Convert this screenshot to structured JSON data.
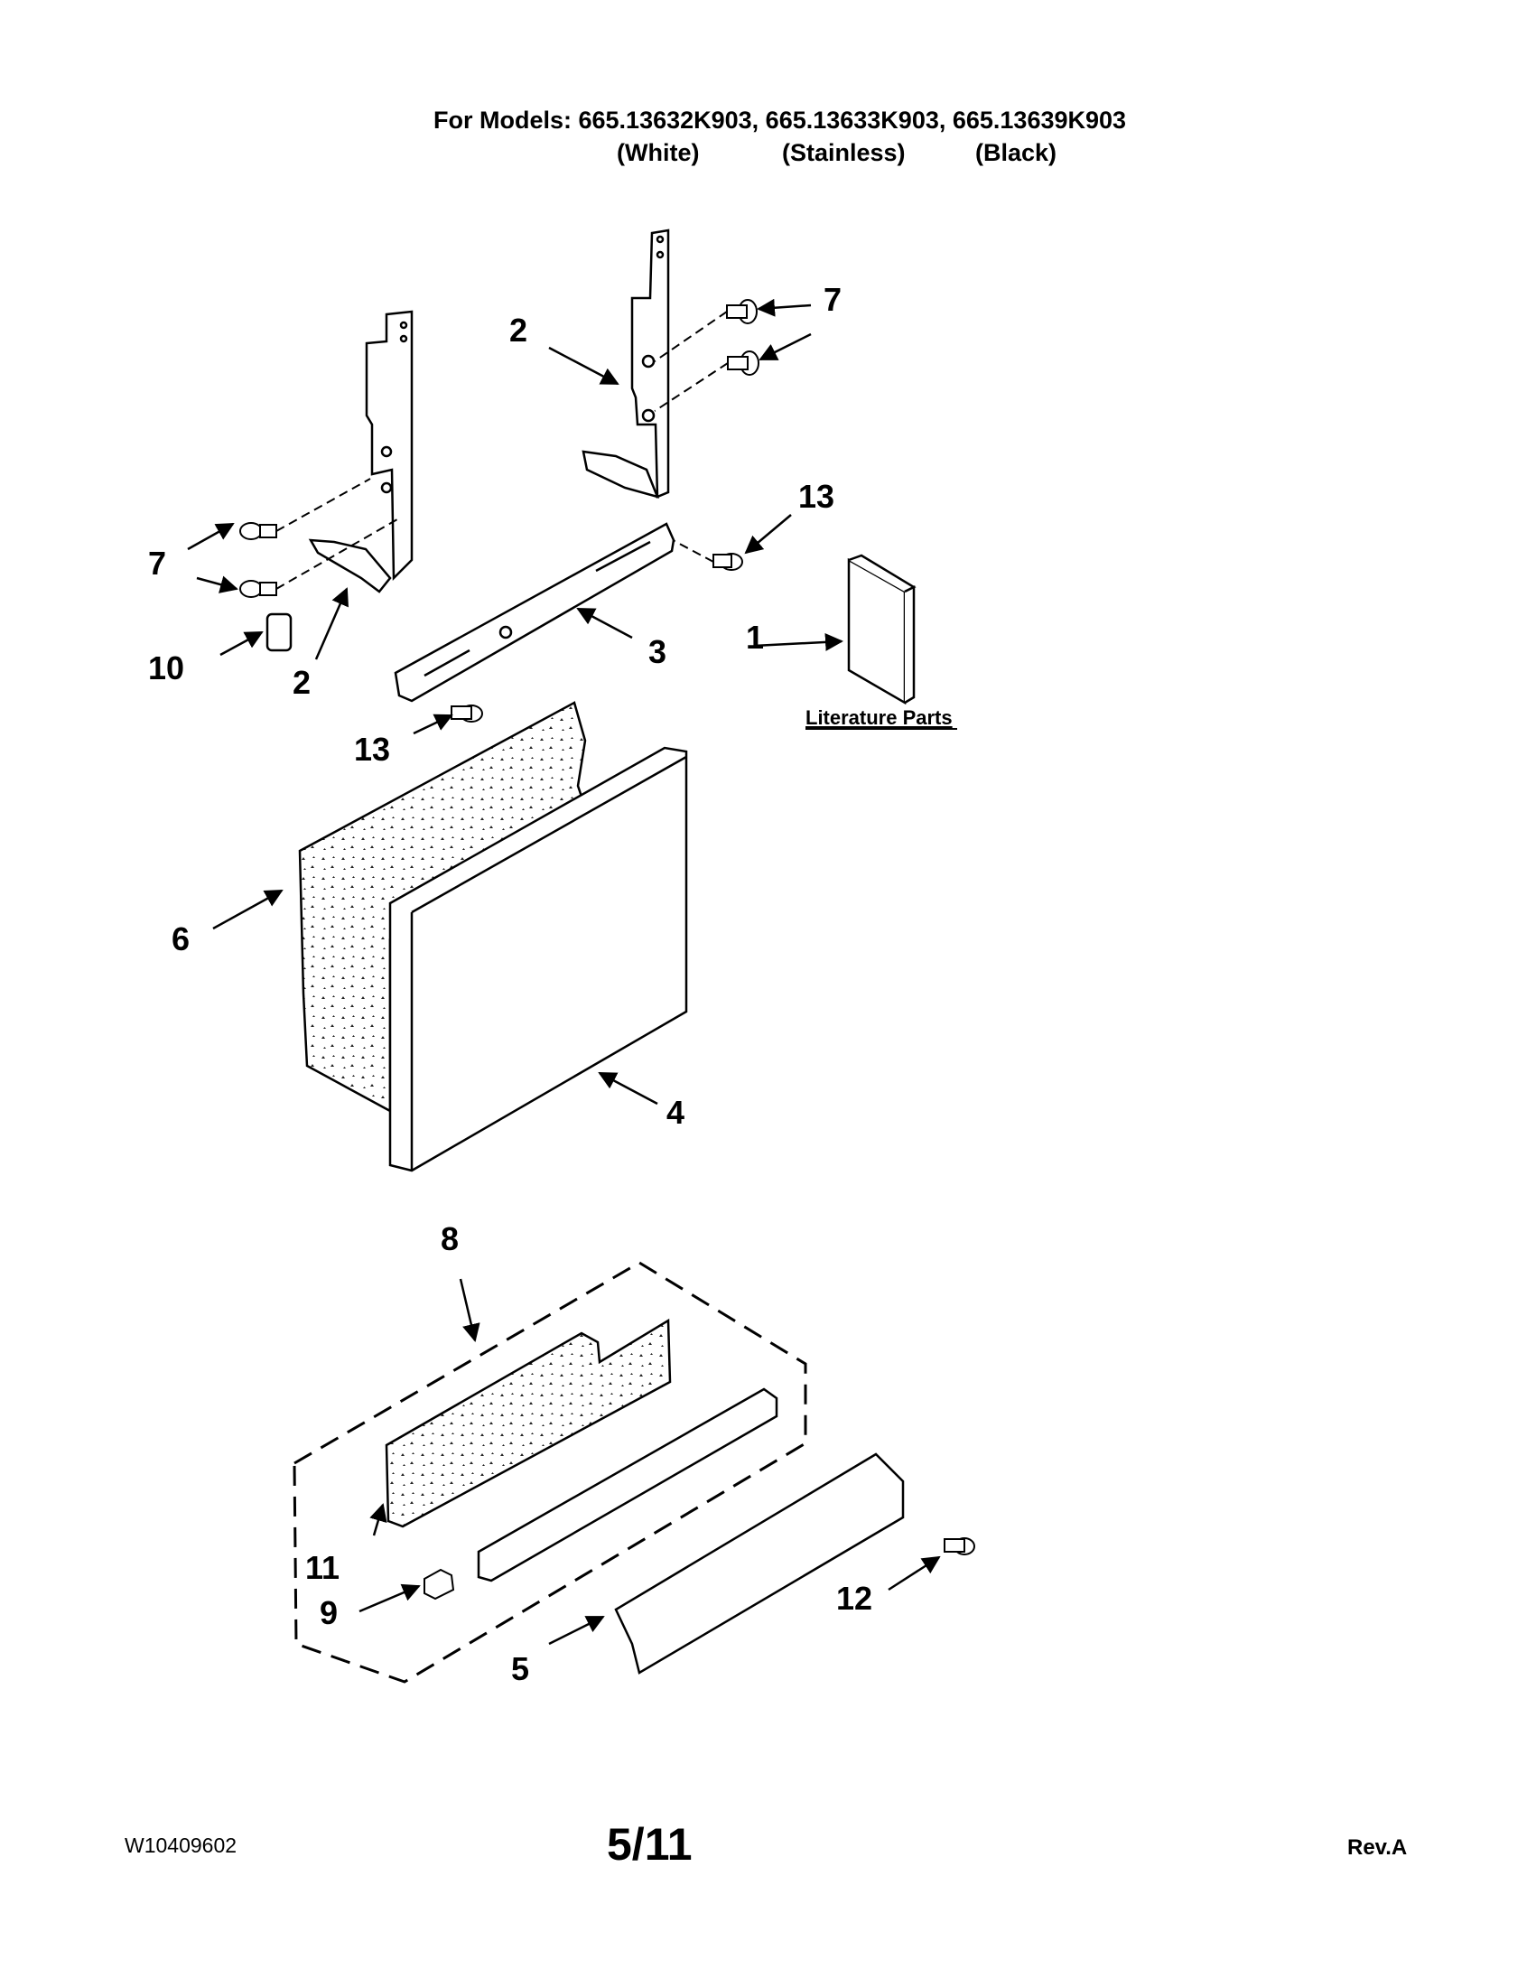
{
  "header": {
    "models_line": "For Models: 665.13632K903, 665.13633K903, 665.13639K903",
    "variants": [
      "(White)",
      "(Stainless)",
      "(Black)"
    ]
  },
  "callouts": {
    "c1": "1",
    "c2a": "2",
    "c2b": "2",
    "c3": "3",
    "c4": "4",
    "c5": "5",
    "c6": "6",
    "c7a": "7",
    "c7b": "7",
    "c8": "8",
    "c9": "9",
    "c10": "10",
    "c11": "11",
    "c12": "12",
    "c13a": "13",
    "c13b": "13"
  },
  "literature_label": "Literature Parts",
  "footer": {
    "doc_number": "W10409602",
    "page": "5/11",
    "revision": "Rev.A"
  }
}
